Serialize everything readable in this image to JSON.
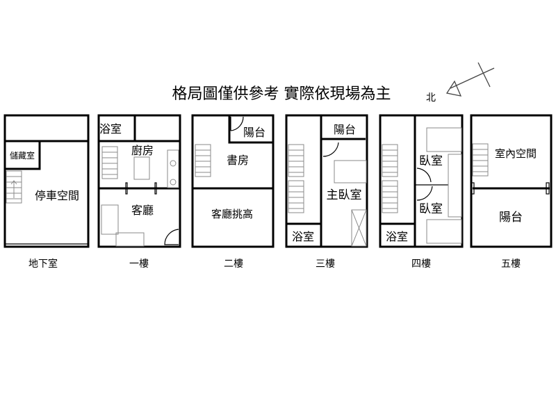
{
  "title": "格局圖僅供參考  實際依現場為主",
  "compass": {
    "label": "北"
  },
  "floors": [
    {
      "name": "地下室",
      "rooms": [
        "儲藏室",
        "停車空間"
      ]
    },
    {
      "name": "一樓",
      "rooms": [
        "浴室",
        "廚房",
        "客廳"
      ]
    },
    {
      "name": "二樓",
      "rooms": [
        "陽台",
        "書房",
        "客廳挑高"
      ]
    },
    {
      "name": "三樓",
      "rooms": [
        "陽台",
        "主臥室",
        "浴室"
      ]
    },
    {
      "name": "四樓",
      "rooms": [
        "臥室",
        "臥室",
        "浴室"
      ]
    },
    {
      "name": "五樓",
      "rooms": [
        "室內空間",
        "陽台"
      ]
    }
  ]
}
